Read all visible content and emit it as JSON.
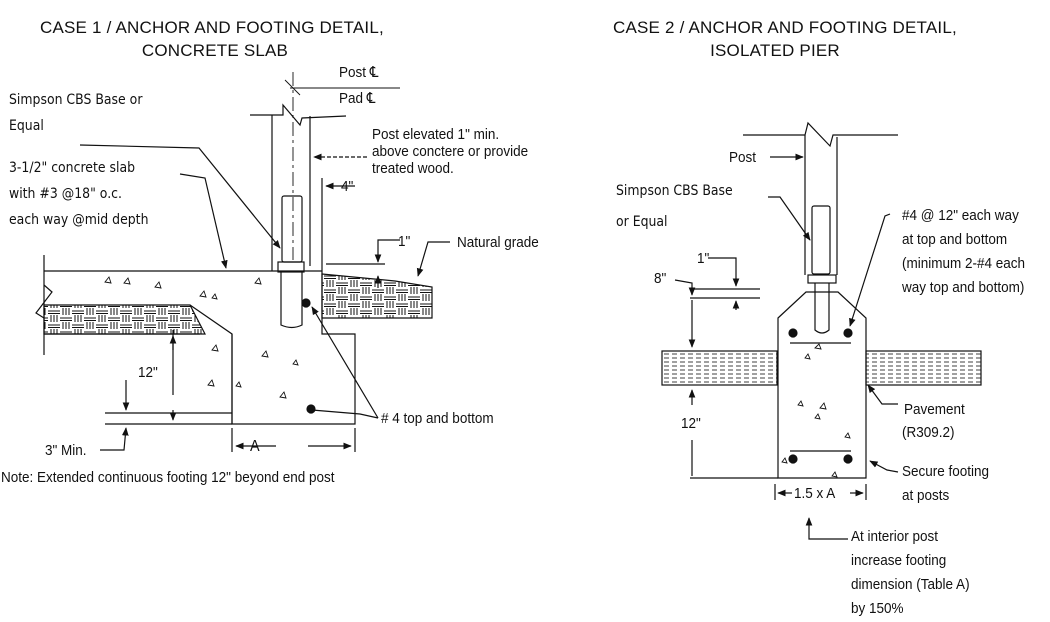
{
  "case1": {
    "title_line1": "CASE 1 / ANCHOR AND FOOTING DETAIL,",
    "title_line2": "CONCRETE SLAB",
    "labels": {
      "post_cl": "Post ℄",
      "pad_cl": "Pad ℄",
      "simpson_line1": "Simpson CBS Base or",
      "simpson_line2": "Equal",
      "slab_line1": "3-1/2\" concrete slab",
      "slab_line2": "with #3 @18\" o.c.",
      "slab_line3": "each way @mid depth",
      "post_elevated_line1": "Post elevated 1\" min.",
      "post_elevated_line2": "above conctere or provide",
      "post_elevated_line3": "treated wood.",
      "dim_4in": "4\"",
      "dim_1in": "1\"",
      "natural_grade": "Natural grade",
      "dim_12in": "12\"",
      "rebar": "# 4 top and bottom",
      "dim_3in_min": "3\" Min.",
      "dim_a": "A",
      "note": "Note: Extended continuous footing 12\" beyond end post"
    }
  },
  "case2": {
    "title_line1": "CASE 2 / ANCHOR AND FOOTING DETAIL,",
    "title_line2": "ISOLATED PIER",
    "labels": {
      "post": "Post",
      "simpson_line1": "Simpson CBS Base",
      "simpson_line2": "or Equal",
      "rebar_line1": "#4 @ 12\" each way",
      "rebar_line2": "at top and bottom",
      "rebar_line3": "(minimum 2-#4 each",
      "rebar_line4": "way top and bottom)",
      "dim_1in": "1\"",
      "dim_8in": "8\"",
      "dim_12in": "12\"",
      "pavement_line1": "Pavement",
      "pavement_line2": "(R309.2)",
      "secure_line1": "Secure footing",
      "secure_line2": "at posts",
      "dim_15a": "1.5 x A",
      "interior_line1": "At interior post",
      "interior_line2": "increase footing",
      "interior_line3": "dimension (Table A)",
      "interior_line4": "by 150%"
    }
  },
  "colors": {
    "ink": "#111111",
    "paper": "#ffffff"
  }
}
